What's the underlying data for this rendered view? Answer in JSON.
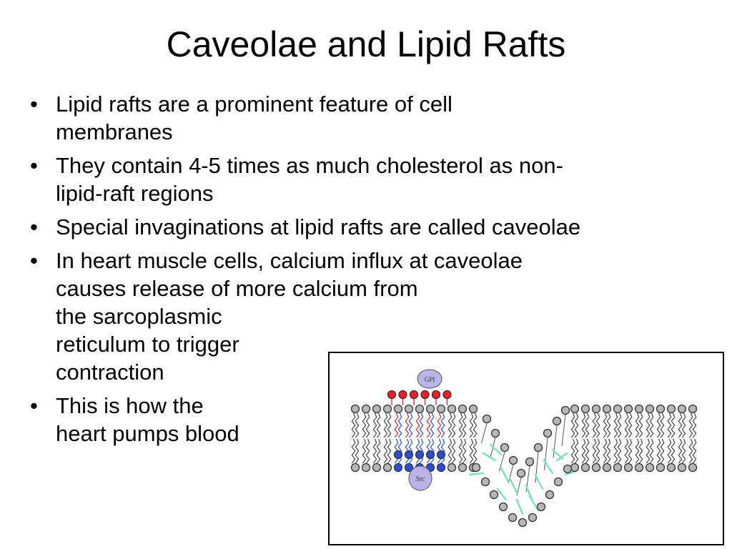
{
  "slide": {
    "title": "Caveolae and Lipid Rafts",
    "bullet_symbol": "•",
    "bullets": [
      {
        "lines": [
          "Lipid rafts are a prominent feature of cell",
          "membranes"
        ]
      },
      {
        "lines": [
          "They contain 4-5 times as much cholesterol as non-",
          "lipid-raft regions"
        ]
      },
      {
        "lines": [
          "Special invaginations at lipid rafts are called caveolae"
        ]
      },
      {
        "lines": [
          "In heart muscle cells, calcium influx at caveolae",
          "causes release of more calcium from",
          "the sarcoplasmic",
          "reticulum to trigger",
          "contraction"
        ]
      },
      {
        "lines": [
          "This is how the",
          "heart pumps blood"
        ]
      }
    ]
  },
  "figure": {
    "gpi_label": "GPI",
    "src_label": "Src",
    "colors": {
      "lipid_head": "#b7b7b7",
      "raft_head_top": "#e8202a",
      "raft_head_bottom": "#2a4fd6",
      "cholesterol": "#7fe3b8",
      "protein": "#b9b4e8"
    }
  }
}
